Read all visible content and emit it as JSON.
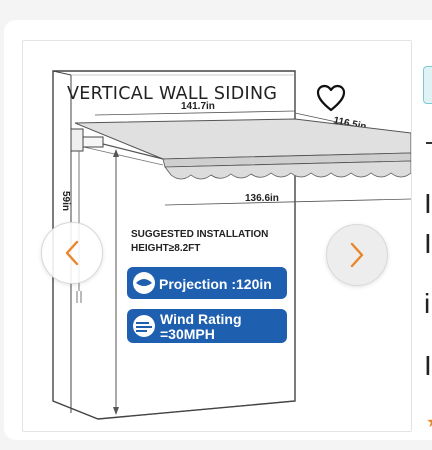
{
  "product_image": {
    "wall_label": "VERTICAL WALL SIDING",
    "dim_top": "141.7in",
    "dim_side": "116.5in",
    "dim_front": "136.6in",
    "dim_height": "59in",
    "install_line1": "SUGGESTED INSTALLATION",
    "install_line2": "HEIGHT≥8.2FT",
    "projection_badge": "Projection :120in",
    "wind_line1": "Wind Rating",
    "wind_line2": "=30MPH",
    "badge_color": "#1f5fb0"
  },
  "controls": {
    "favorite_icon": "heart-outline-icon",
    "prev_icon": "chevron-left-icon",
    "next_icon": "chevron-right-icon",
    "accent": "#e8862a"
  },
  "side_panel": {
    "line1": "I",
    "line2": "I",
    "line3": "i",
    "line4": "I"
  }
}
